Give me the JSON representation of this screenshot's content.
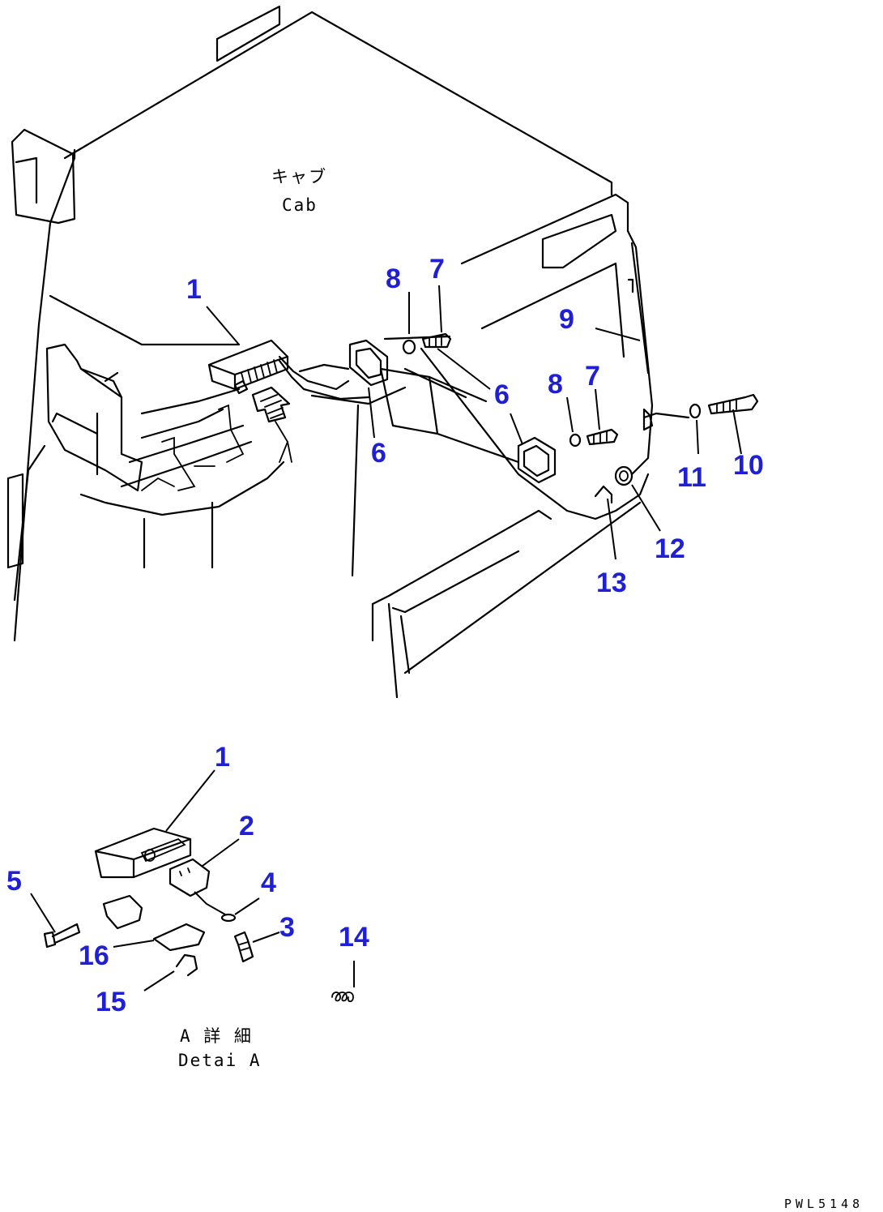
{
  "labels": {
    "cab_jp": "キャブ",
    "cab_en": "Cab",
    "detail_jp": "A 詳 細",
    "detail_en": "Detai A",
    "drawing_code": "PWL5148"
  },
  "callouts": {
    "c1_top": "1",
    "c1_detail": "1",
    "c2": "2",
    "c3": "3",
    "c4": "4",
    "c5": "5",
    "c6_left": "6",
    "c6_right": "6",
    "c7_left": "7",
    "c7_right": "7",
    "c8_left": "8",
    "c8_right": "8",
    "c9": "9",
    "c10": "10",
    "c11": "11",
    "c12": "12",
    "c13": "13",
    "c14": "14",
    "c15": "15",
    "c16": "16"
  },
  "colors": {
    "callout": "#1f1fd6",
    "line": "#000000",
    "background": "#ffffff"
  }
}
